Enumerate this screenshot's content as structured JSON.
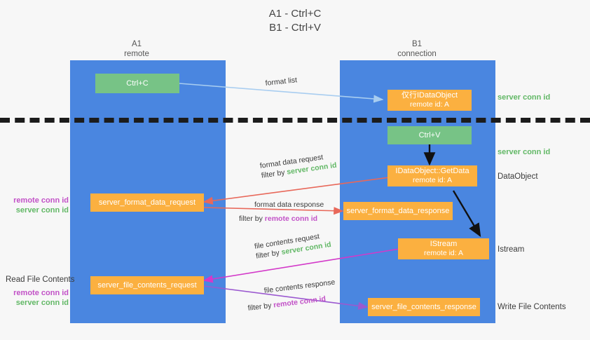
{
  "title": {
    "line1": "A1 - Ctrl+C",
    "line2": "B1 - Ctrl+V"
  },
  "columns": [
    {
      "name": "A1",
      "sub": "remote"
    },
    {
      "name": "B1",
      "sub": "connection"
    }
  ],
  "nodes": {
    "ctrl_c": {
      "label": "Ctrl+C"
    },
    "ctrl_v": {
      "label": "Ctrl+V"
    },
    "idataobject_top": {
      "line1": "仅行IDataObject",
      "line2": "remote id: A"
    },
    "idataobject_getdata": {
      "line1": "IDataObject::GetData",
      "line2": "remote id: A"
    },
    "istream": {
      "line1": "IStream",
      "line2": "remote id: A"
    },
    "server_format_data_request": {
      "label": "server_format_data_request"
    },
    "server_format_data_response": {
      "label": "server_format_data_response"
    },
    "server_file_contents_request": {
      "label": "server_file_contents_request"
    },
    "server_file_contents_response": {
      "label": "server_file_contents_response"
    }
  },
  "edges": {
    "format_list": {
      "text": "format list"
    },
    "format_data_request": {
      "text": "format data request",
      "filter_prefix": "filter by ",
      "filter_target": "server conn id"
    },
    "format_data_response": {
      "text": "format data response",
      "filter_prefix": "filter by ",
      "filter_target": "remote conn id"
    },
    "file_contents_request": {
      "text": "file contents request",
      "filter_prefix": "filter by ",
      "filter_target": "server conn id"
    },
    "file_contents_response": {
      "text": "file contents response",
      "filter_prefix": "filter by ",
      "filter_target": "remote conn id"
    }
  },
  "annotations": {
    "server_conn_id_1": "server conn id",
    "server_conn_id_2": "server conn id",
    "dataobject_label": "DataObject",
    "istream_label": "Istream",
    "write_file_contents_label": "Write File Contents",
    "read_file_contents_label": "Read File Contents",
    "left_pair_1": {
      "remote": "remote conn id",
      "server": "server conn id"
    },
    "left_pair_2": {
      "remote": "remote conn id",
      "server": "server conn id"
    }
  },
  "colors": {
    "lane": "#4a86e0",
    "green_node": "#77c386",
    "orange_node": "#fbb040",
    "server_conn_id": "#62b866",
    "remote_conn_id": "#c251c7",
    "arrow_blue": "#a8cdf0",
    "arrow_red": "#e8685a",
    "arrow_magenta": "#d339c9",
    "arrow_purple": "#9b59d0",
    "arrow_black": "#1c1c1c",
    "background": "#f7f7f7"
  }
}
